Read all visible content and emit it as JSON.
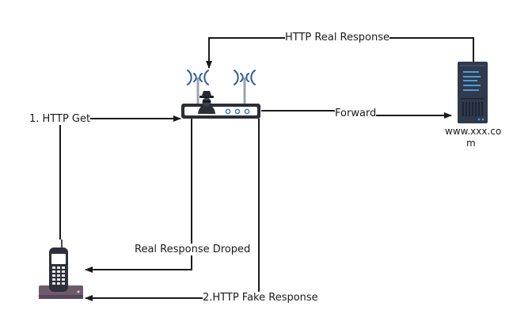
{
  "labels": {
    "http_get": "1. HTTP Get",
    "http_real_response": "HTTP Real Response",
    "forward": "Forward",
    "real_response_droped": "Real Response Droped",
    "http_fake_response": "2.HTTP Fake Response",
    "server_host_line1": "www.xxx.co",
    "server_host_line2": "m"
  },
  "nodes": {
    "client": {
      "icon": "cordless-phone-icon"
    },
    "router": {
      "icon": "wifi-router-icon",
      "badge_icon": "hacker-spy-icon"
    },
    "server": {
      "icon": "server-tower-icon"
    }
  },
  "colors": {
    "line": "#1a1a1a",
    "wifi_signal": "#2f5d9a",
    "router_body": "#2c2e37",
    "router_panel": "#ffffff",
    "router_led": "#3a79c8",
    "server_body": "#2f3a4d",
    "server_accent": "#4f9cd6",
    "phone_body": "#2d2f3b",
    "phone_base": "#6d5a6a"
  }
}
